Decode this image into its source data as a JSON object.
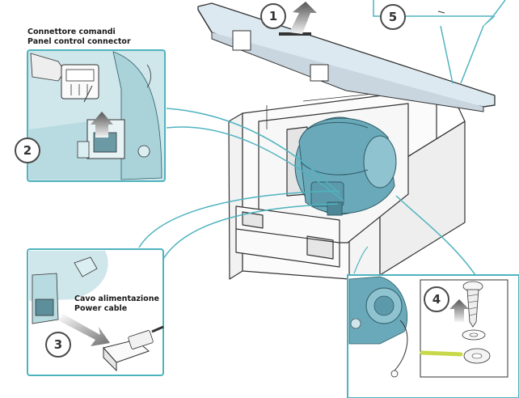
{
  "labels": {
    "connector_it": "Connettore comandi",
    "connector_en": "Panel control connector",
    "power_it": "Cavo alimentazione",
    "power_en": "Power cable"
  },
  "steps": [
    "1",
    "2",
    "3",
    "4",
    "5"
  ],
  "colors": {
    "accent": "#4fb3bf",
    "panel_fill": "#cfe6ea",
    "glass": "#dde9f1",
    "motor": "#6aa9b9",
    "ground_wire": "#c8d84a",
    "outline": "#3a3a3a"
  }
}
